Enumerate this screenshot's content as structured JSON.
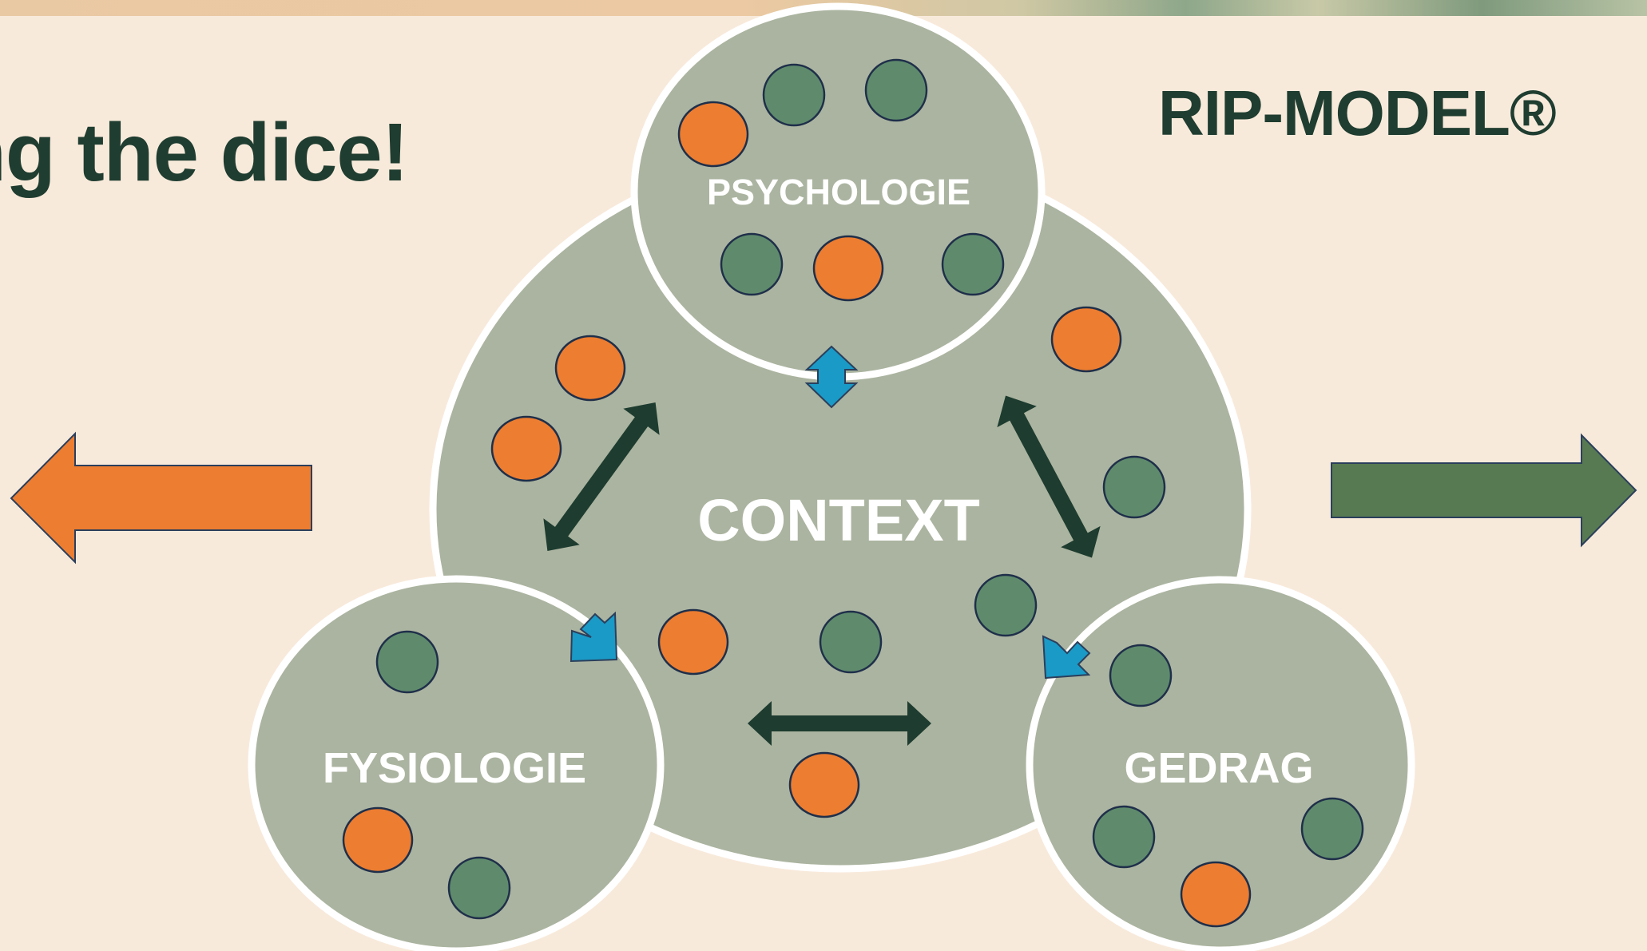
{
  "slide": {
    "title": "ng the dice!",
    "model_label": "RIP-MODEL®"
  },
  "diagram": {
    "center_label": "CONTEXT",
    "top_label": "PSYCHOLOGIE",
    "left_label": "FYSIOLOGIE",
    "right_label": "GEDRAG"
  },
  "colors": {
    "background": "#f8eadb",
    "circle_fill": "#abb4a0",
    "orange": "#ec7d31",
    "green": "#5f8b6c",
    "dark_arrow": "#1e3c30",
    "blue_arrow": "#1a9ac6",
    "right_arrow": "#587a52"
  }
}
